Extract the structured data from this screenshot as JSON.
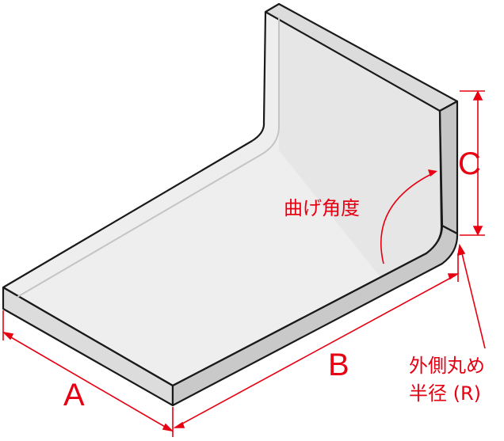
{
  "labels": {
    "a": "A",
    "b": "B",
    "c": "C",
    "bend_angle": "曲げ角度",
    "radius_line1": "外側丸め",
    "radius_line2": "半径 (R)"
  },
  "colors": {
    "dimension": "#e60012",
    "outline": "#1a1a1a",
    "face_light": "#ececec",
    "face_mid": "#d6d6d6",
    "face_dark": "#b8b8b8"
  }
}
